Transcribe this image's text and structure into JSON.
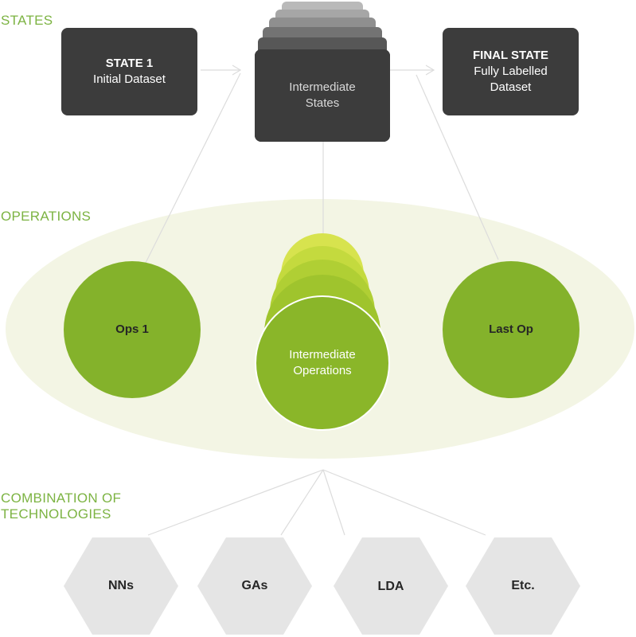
{
  "sections": {
    "states": "STATES",
    "operations": "OPERATIONS",
    "combination_line1": "COMBINATION OF",
    "combination_line2": "TECHNOLOGIES"
  },
  "states": {
    "first": {
      "title": "STATE 1",
      "subtitle": "Initial Dataset"
    },
    "intermediate": {
      "line1": "Intermediate",
      "line2": "States"
    },
    "final": {
      "title": "FINAL STATE",
      "line1": "Fully Labelled",
      "line2": "Dataset"
    }
  },
  "operations": {
    "first": "Ops 1",
    "intermediate": {
      "line1": "Intermediate",
      "line2": "Operations"
    },
    "last": "Last Op"
  },
  "technologies": [
    "NNs",
    "GAs",
    "LDA",
    "Etc."
  ],
  "colors": {
    "accent_green": "#7cb342",
    "box_dark": "#3c3c3c",
    "circle_green": "#8ab629",
    "ellipse_bg": "#f3f5e4",
    "hex_gray": "#e5e5e5"
  }
}
